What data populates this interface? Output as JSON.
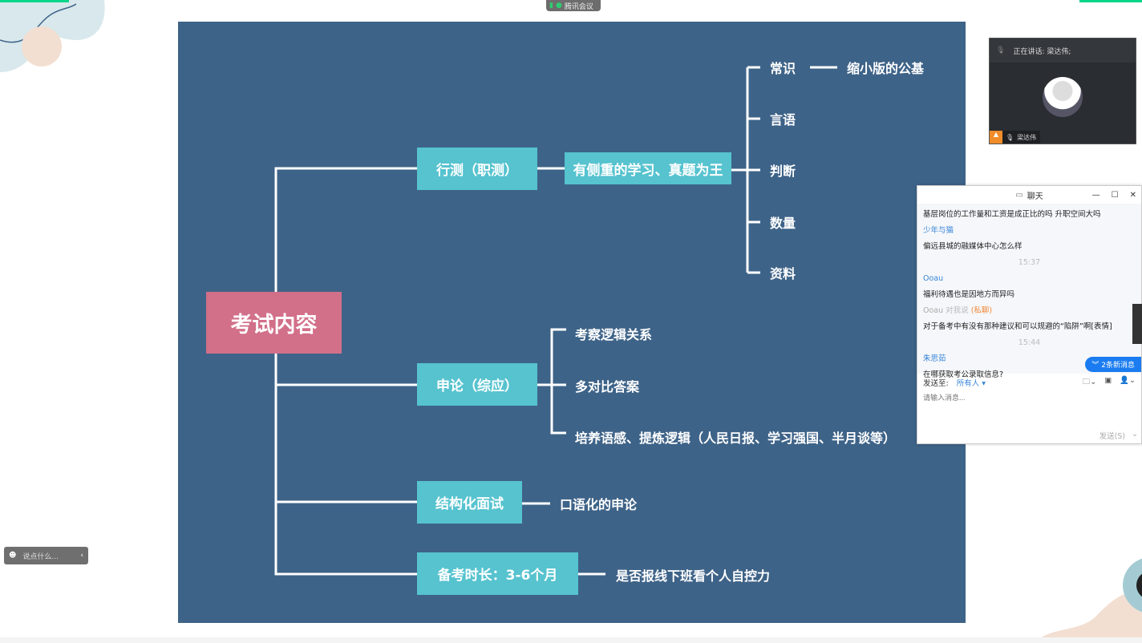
{
  "app_badge": "腾讯会议",
  "mindmap": {
    "root": "考试内容",
    "branches": [
      {
        "label": "行测（职测）",
        "note": "有侧重的学习、真题为王",
        "children": [
          "常识",
          "言语",
          "判断",
          "数量",
          "资料"
        ],
        "extra": "缩小版的公基"
      },
      {
        "label": "申论（综应）",
        "children": [
          "考察逻辑关系",
          "多对比答案",
          "培养语感、提炼逻辑（人民日报、学习强国、半月谈等）"
        ]
      },
      {
        "label": "结构化面试",
        "note": "口语化的申论"
      },
      {
        "label": "备考时长：3-6个月",
        "note": "是否报线下班看个人自控力"
      }
    ]
  },
  "video": {
    "speaking": "正在讲话: 梁达伟;",
    "name": "梁达伟"
  },
  "chat": {
    "title": "聊天",
    "messages": [
      {
        "text": "基层岗位的工作量和工资是成正比的吗 升职空间大吗"
      },
      {
        "name": "少年与猫"
      },
      {
        "text": "偏远县城的融媒体中心怎么样"
      },
      {
        "time": "15:37"
      },
      {
        "name": "Ooau"
      },
      {
        "text": "福利待遇也是因地方而异吗"
      },
      {
        "name": "Ooau",
        "to": "对我说",
        "private": "(私聊)"
      },
      {
        "text": "对于备考中有没有那种建议和可以规避的“陷阱”啊[表情]"
      },
      {
        "time": "15:44"
      },
      {
        "name": "朱思茹"
      },
      {
        "text": "在哪获取考公录取信息?"
      }
    ],
    "new_messages": "2条新消息",
    "send_to_label": "发送至:",
    "send_to_value": "所有人",
    "placeholder": "请输入消息...",
    "send": "发送(S)"
  },
  "say_bar": "说点什么..."
}
